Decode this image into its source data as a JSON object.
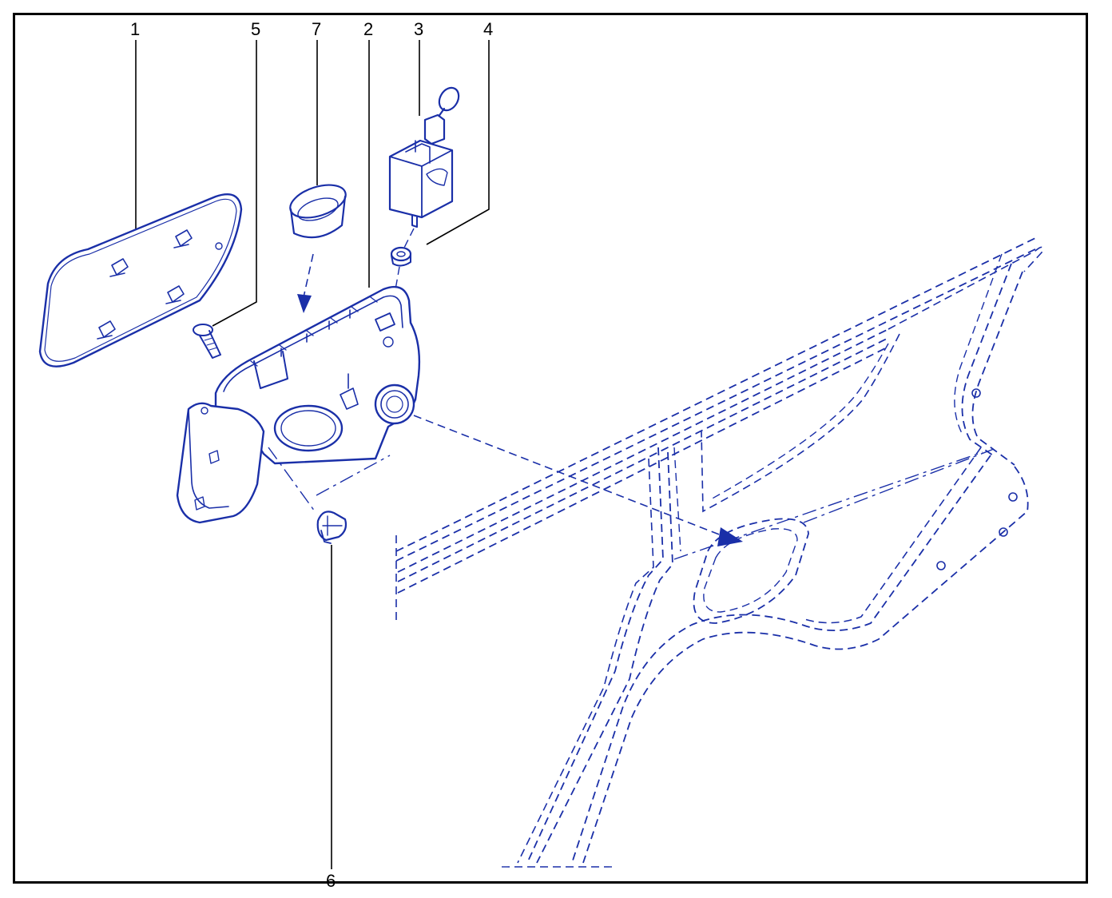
{
  "diagram": {
    "callouts": [
      {
        "id": "1",
        "label": "1"
      },
      {
        "id": "5",
        "label": "5"
      },
      {
        "id": "7",
        "label": "7"
      },
      {
        "id": "2",
        "label": "2"
      },
      {
        "id": "3",
        "label": "3"
      },
      {
        "id": "4",
        "label": "4"
      },
      {
        "id": "6",
        "label": "6"
      }
    ],
    "colors": {
      "line_art": "#1a2fa8",
      "labels": "#000000",
      "frame": "#000000",
      "background": "#ffffff"
    }
  }
}
